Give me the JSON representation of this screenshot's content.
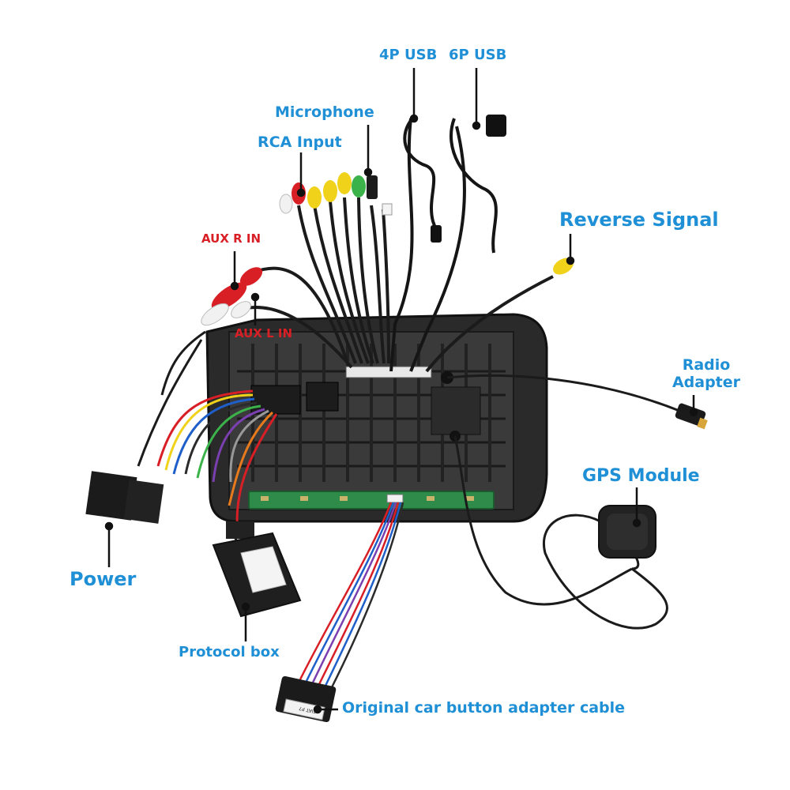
{
  "labels": {
    "usb4p": "4P USB",
    "usb6p": "6P USB",
    "microphone": "Microphone",
    "rca_input": "RCA Input",
    "reverse_signal": "Reverse Signal",
    "aux_r_in": "AUX R IN",
    "aux_l_in": "AUX L IN",
    "radio_adapter_line1": "Radio",
    "radio_adapter_line2": "Adapter",
    "gps_module": "GPS Module",
    "power": "Power",
    "protocol_box": "Protocol box",
    "original_button_cable": "Original car button adapter cable"
  },
  "connector_tag": "FIAT P7",
  "colors": {
    "label_blue": "#1f8fd6",
    "label_red": "#d81f26",
    "leader_line": "#111111",
    "pcb_green": "#2e8b4a"
  }
}
